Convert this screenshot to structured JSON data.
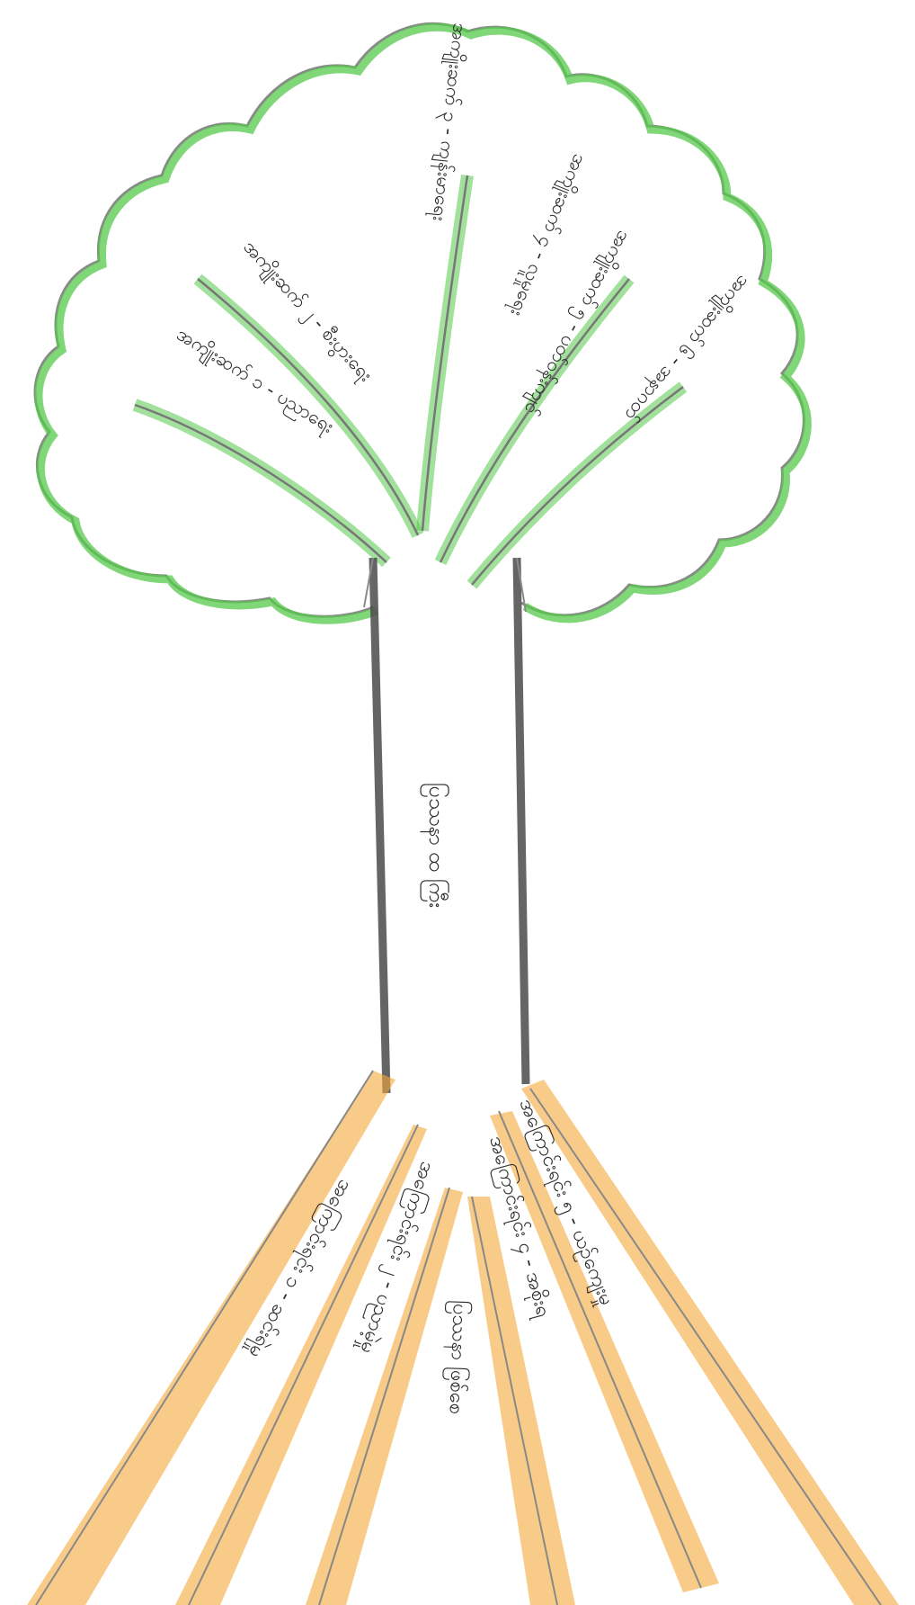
{
  "colors": {
    "canopy": "#55c94a",
    "canopy_outline": "#8a8a8a",
    "branch": "#55c94a",
    "trunk": "#4a4a4a",
    "root": "#f5a93a",
    "ink": "#2a2a2a"
  },
  "trunk": {
    "label": "ပြဿနာ ထ ကြီး"
  },
  "branches": [
    {
      "label": "အကျိုးဆက် ၁ - ပညာရေး"
    },
    {
      "label": "အကျိုးဆက် ၂ - စီးပွားရေး"
    },
    {
      "label": "အကျိုးဆက် ၃ - ကျန်းမာရေး"
    },
    {
      "label": "အကျိုးဆက် ၄ - လူမှုရေး"
    },
    {
      "label": "အကျိုးဆက် ၅ - ပတ်ဝန်းကျင်"
    },
    {
      "label": "အကျိုးဆက် ၆ - အနာဂတ်"
    }
  ],
  "roots": [
    {
      "label": "အကြောင်းရင်း ၁ - ဆင်းရဲမှု"
    },
    {
      "label": "အကြောင်းရင်း ၂ - ပညာမဲ့မှု"
    },
    {
      "label": "ပြဿနာ ဖြစ်စေ"
    },
    {
      "label": "အကြောင်းရင်း ၄ - အစိုးရ"
    },
    {
      "label": "အကြောင်းရင်း ၅ - ယဉ်ကျေးမှု"
    }
  ]
}
